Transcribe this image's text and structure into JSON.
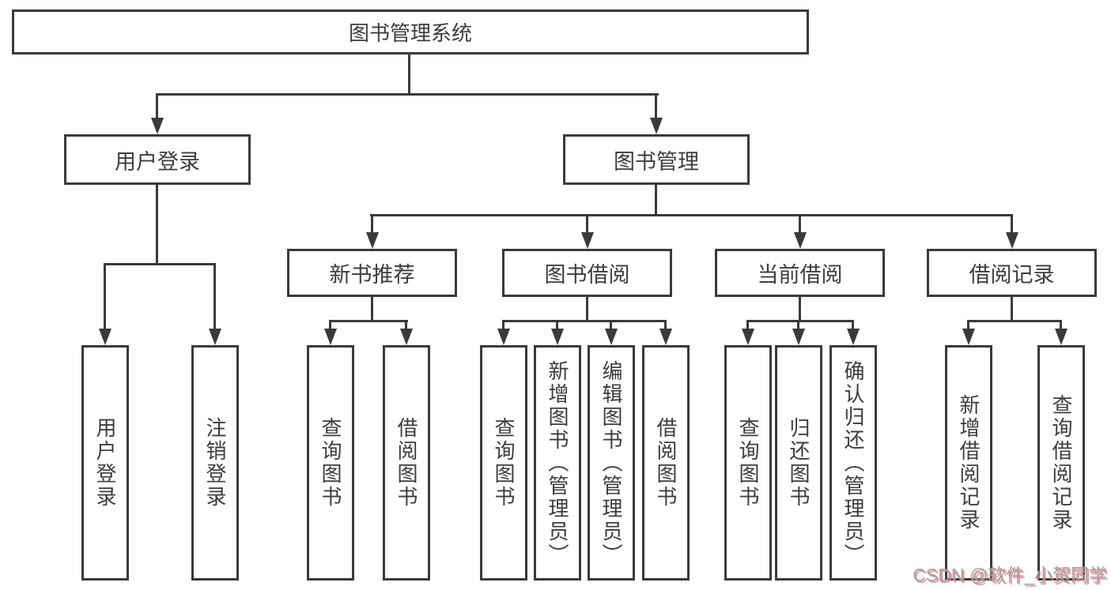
{
  "diagram": {
    "title": "图书管理系统",
    "root": {
      "label": "图书管理系统"
    },
    "level2": [
      {
        "label": "用户登录",
        "parent": "图书管理系统"
      },
      {
        "label": "图书管理",
        "parent": "图书管理系统"
      }
    ],
    "level3": [
      {
        "label": "新书推荐",
        "parent": "图书管理"
      },
      {
        "label": "图书借阅",
        "parent": "图书管理"
      },
      {
        "label": "当前借阅",
        "parent": "图书管理"
      },
      {
        "label": "借阅记录",
        "parent": "图书管理"
      }
    ],
    "leaves": [
      {
        "label": "用户登录",
        "parent": "用户登录"
      },
      {
        "label": "注销登录",
        "parent": "用户登录"
      },
      {
        "label": "查询图书",
        "parent": "新书推荐"
      },
      {
        "label": "借阅图书",
        "parent": "新书推荐"
      },
      {
        "label": "查询图书",
        "parent": "图书借阅"
      },
      {
        "label": "新增图书（管理员）",
        "parent": "图书借阅"
      },
      {
        "label": "编辑图书（管理员）",
        "parent": "图书借阅"
      },
      {
        "label": "借阅图书",
        "parent": "图书借阅"
      },
      {
        "label": "查询图书",
        "parent": "当前借阅"
      },
      {
        "label": "归还图书",
        "parent": "当前借阅"
      },
      {
        "label": "确认归还（管理员）",
        "parent": "当前借阅"
      },
      {
        "label": "新增借阅记录",
        "parent": "借阅记录"
      },
      {
        "label": "查询借阅记录",
        "parent": "借阅记录"
      }
    ]
  },
  "watermark": {
    "text": "CSDN @软件_小贺同学"
  },
  "colors": {
    "line": "#3a3a3a",
    "text": "#3d3d3d",
    "background": "#ffffff",
    "watermark_gray": "#a2a2a2",
    "watermark_shadow_pink": "#eb7d8c"
  }
}
